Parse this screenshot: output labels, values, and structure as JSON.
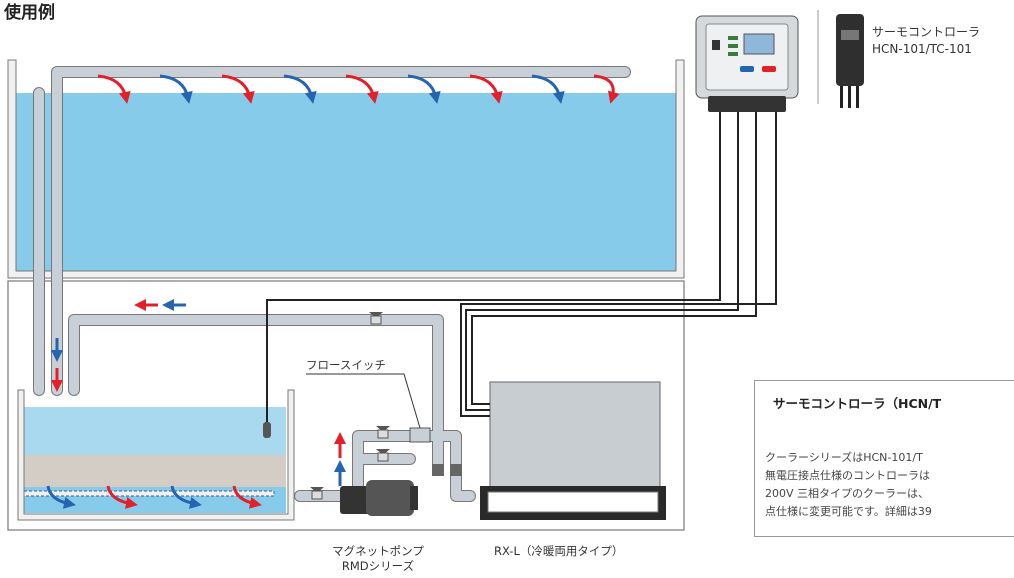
{
  "title": "使用例",
  "thermo": {
    "name": "サーモコントローラ",
    "model": "HCN-101/TC-101"
  },
  "labels": {
    "flow_switch": "フロースイッチ",
    "pump_line1": "マグネットポンプ",
    "pump_line2": "RMDシリーズ",
    "cooler": "RX-L（冷暖両用タイプ）"
  },
  "info": {
    "title": "サーモコントローラ（HCN/T",
    "lines": [
      "クーラーシリーズはHCN-101/T",
      "無電圧接点仕様のコントローラは",
      "200V 三相タイプのクーラーは、",
      "点仕様に変更可能です。詳細は39"
    ]
  },
  "colors": {
    "water": "#86cbea",
    "water_light": "#a9d9ee",
    "sand": "#d3cdc6",
    "pipe": "#c9cfd6",
    "arrow_hot": "#e3202a",
    "arrow_cold": "#2565b0"
  }
}
